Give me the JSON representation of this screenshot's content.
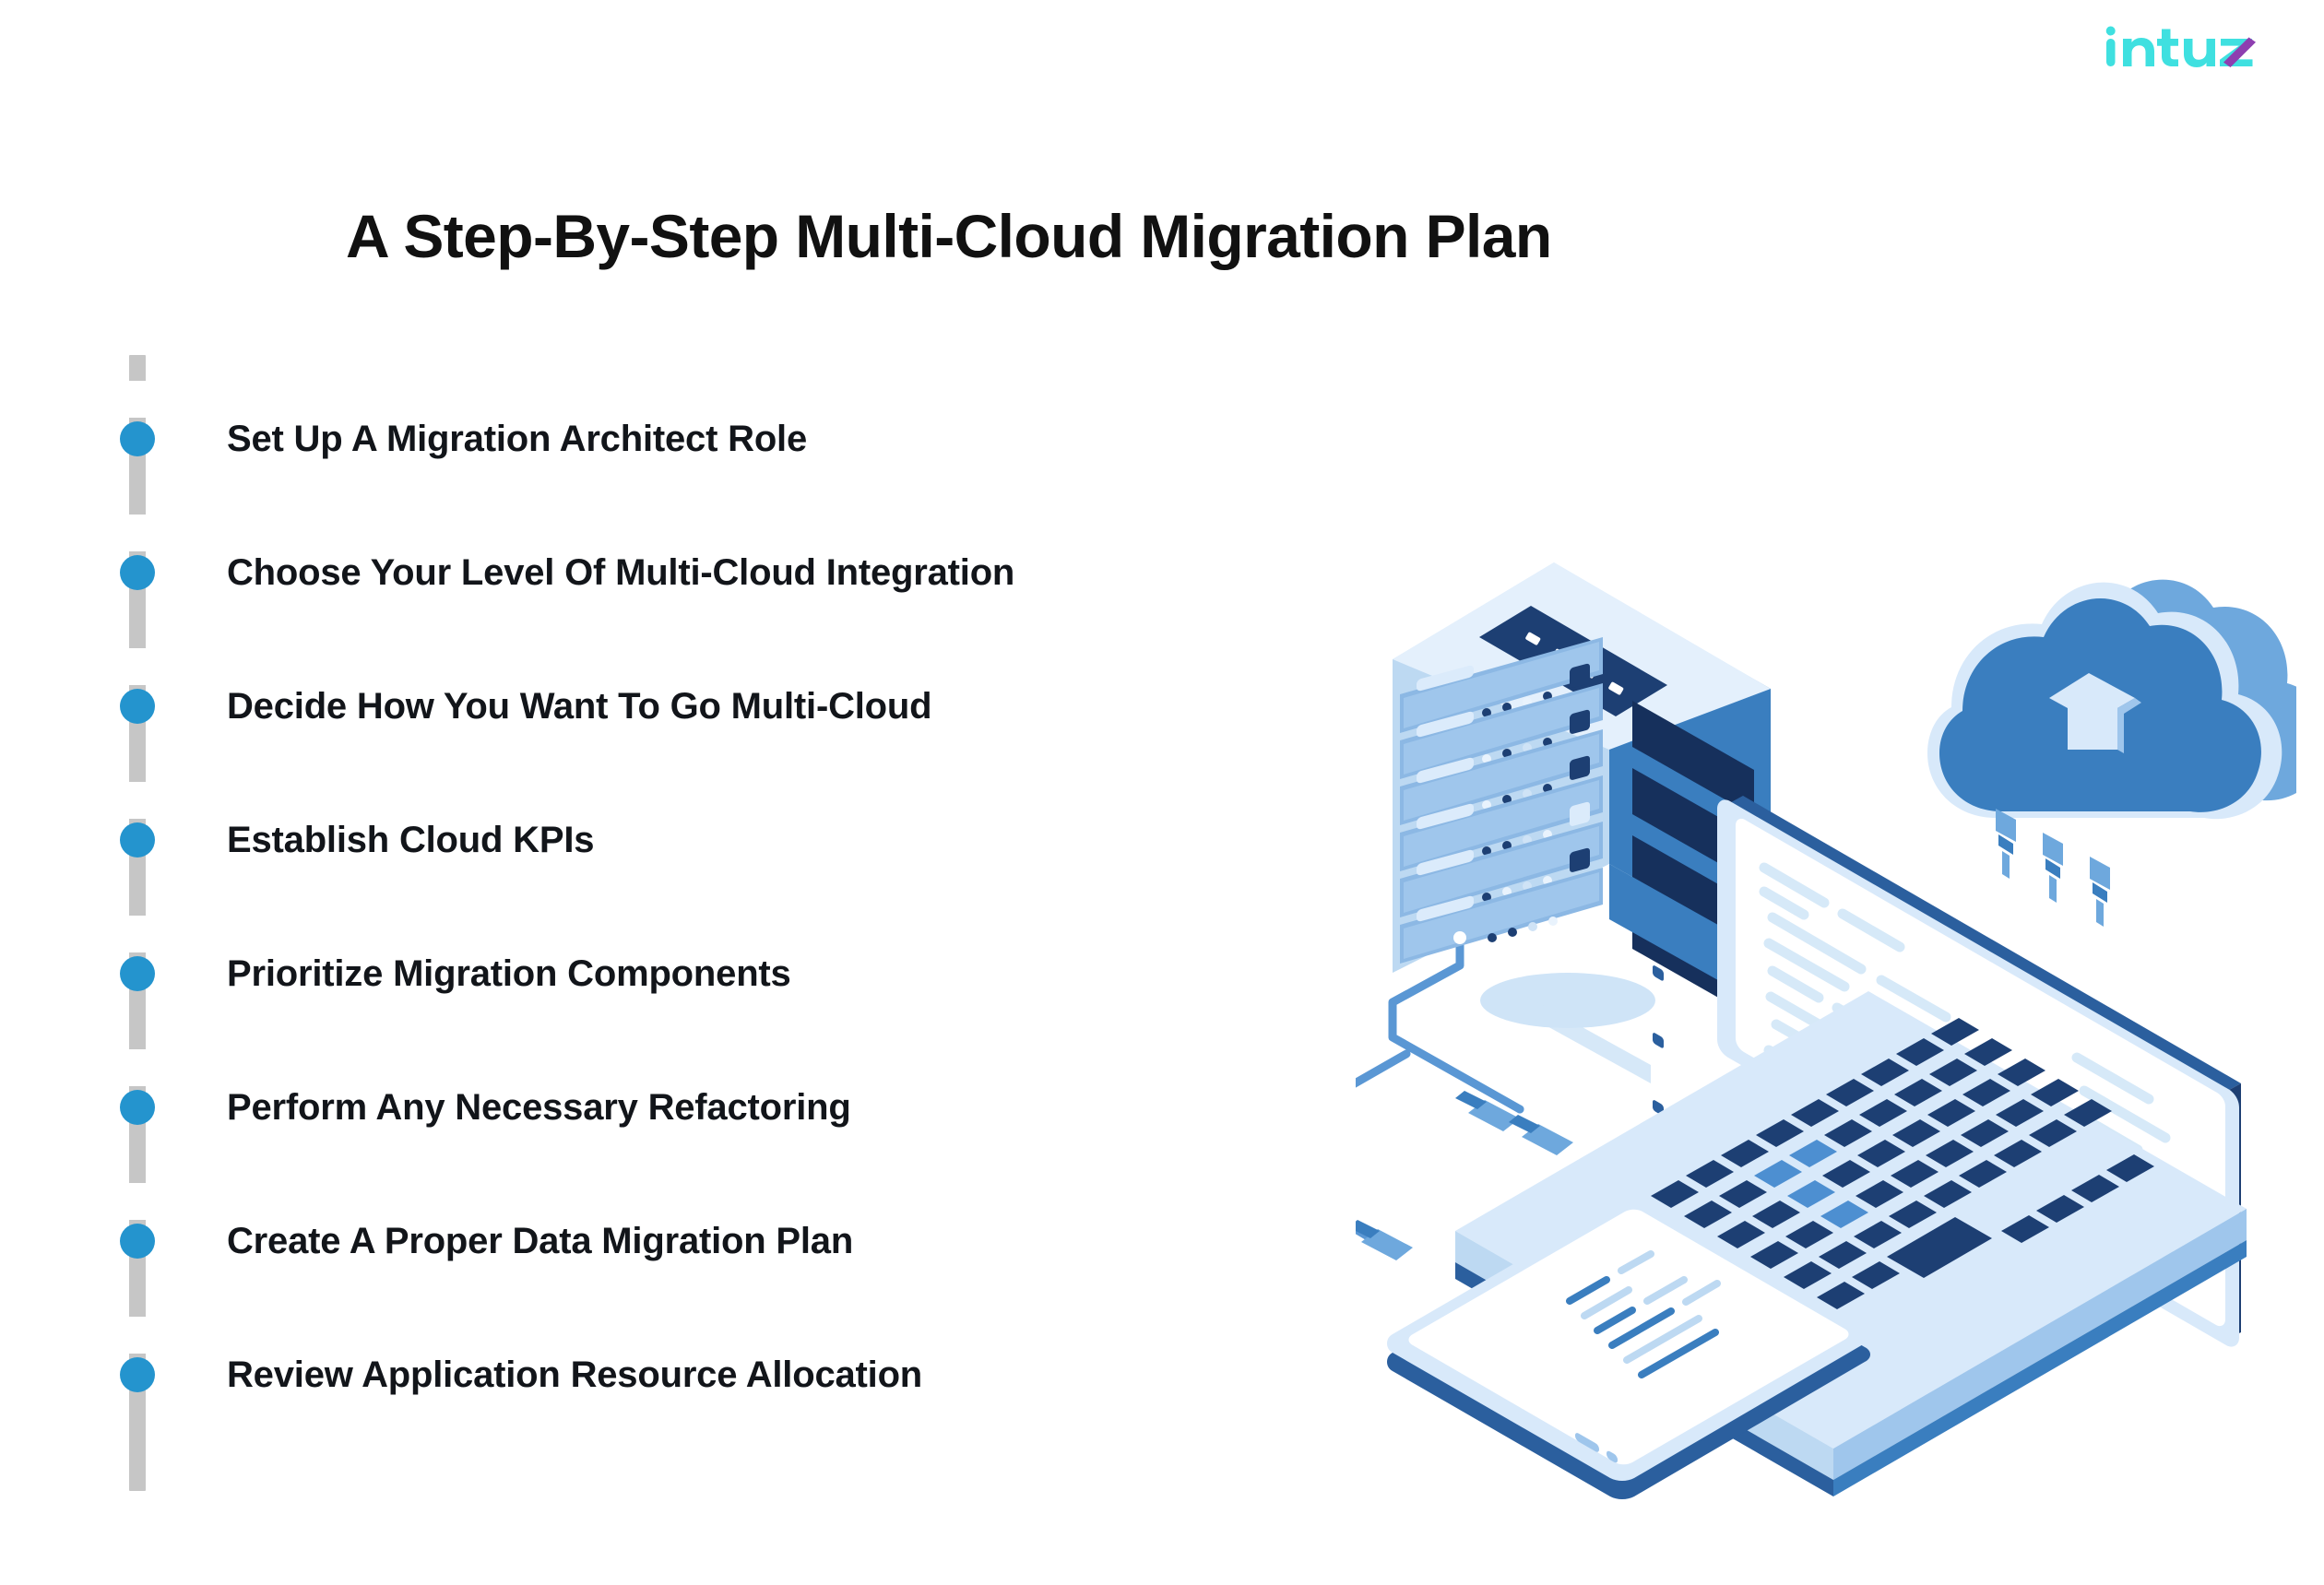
{
  "brand": {
    "name": "Intuz",
    "logo_text_part1": "Intu",
    "logo_text_part2": "z",
    "cyan": "#3fe0e0",
    "purple": "#8e3fb0"
  },
  "header": {
    "title": "A Step-By-Step Multi-Cloud Migration Plan"
  },
  "timeline": {
    "line_color": "#c6c6c6",
    "dot_color": "#2494ce",
    "steps": [
      {
        "index": 1,
        "label": "Set Up A Migration Architect Role"
      },
      {
        "index": 2,
        "label": "Choose Your Level Of Multi-Cloud Integration"
      },
      {
        "index": 3,
        "label": "Decide How You Want To Go Multi-Cloud"
      },
      {
        "index": 4,
        "label": "Establish Cloud KPIs"
      },
      {
        "index": 5,
        "label": "Prioritize Migration Components"
      },
      {
        "index": 6,
        "label": "Perform Any Necessary Refactoring"
      },
      {
        "index": 7,
        "label": "Create A Proper Data Migration Plan"
      },
      {
        "index": 8,
        "label": "Review Application Resource Allocation"
      }
    ]
  },
  "illustration": {
    "name": "isometric-multi-cloud-infrastructure",
    "elements": [
      "server-rack-icon",
      "cloud-upload-icon",
      "laptop-icon",
      "smartphone-icon",
      "cable-icon"
    ],
    "colors": {
      "pale": "#d8e9fa",
      "light": "#bdd9f2",
      "mid": "#6ea8dd",
      "blue": "#3a7ebf",
      "deep": "#2b5f9e",
      "navy": "#1d3f73",
      "darknavy": "#16305c",
      "shadow": "#cfe4f7",
      "screen": "#ffffff",
      "codeline": "#d6e9f8"
    }
  }
}
